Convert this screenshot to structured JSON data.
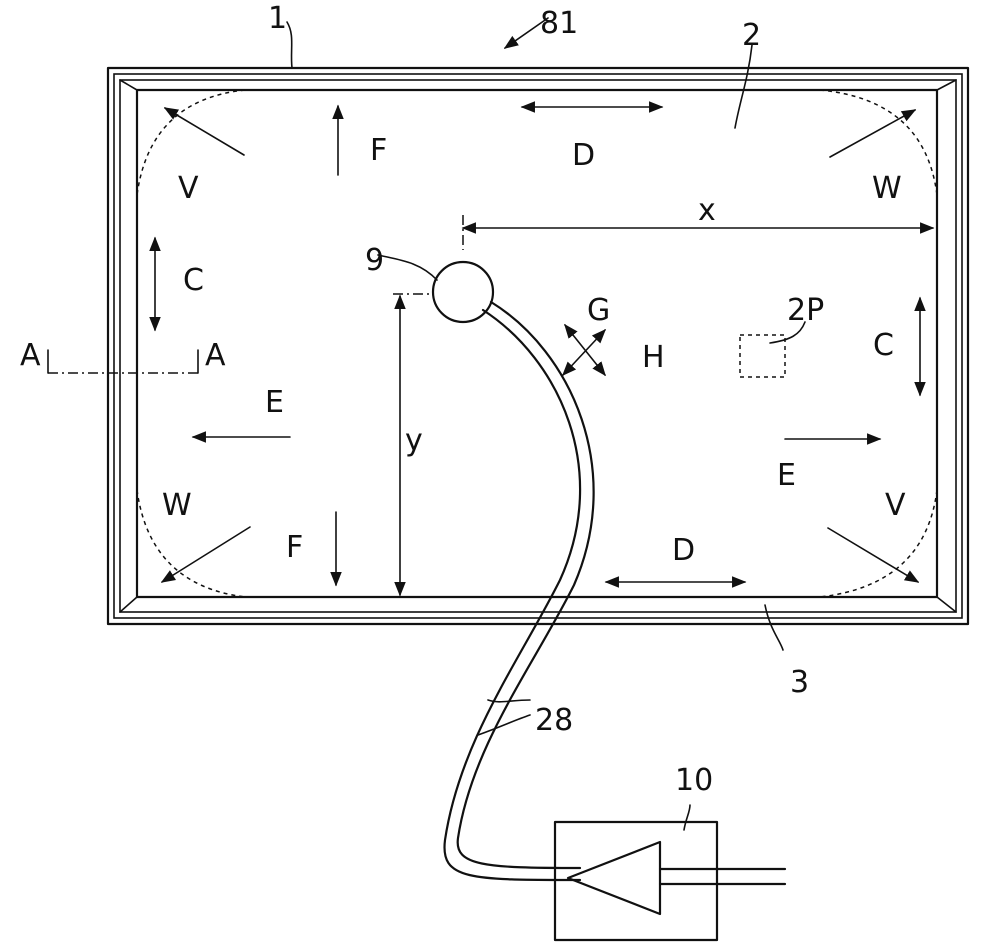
{
  "labels": {
    "device": "81",
    "frame": "1",
    "panel": "2",
    "bottom_strip": "3",
    "sensor": "9",
    "tubes": "28",
    "unit": "10",
    "point": "2P",
    "dim_x": "x",
    "dim_y": "y",
    "section_left": "A",
    "section_right": "A",
    "arrows": {
      "v_tl": "V",
      "f_top": "F",
      "d_top": "D",
      "w_tr": "W",
      "c_left": "C",
      "c_right": "C",
      "g": "G",
      "h": "H",
      "e_left": "E",
      "e_right": "E",
      "w_bl": "W",
      "f_bot": "F",
      "d_bot": "D",
      "v_br": "V"
    }
  }
}
